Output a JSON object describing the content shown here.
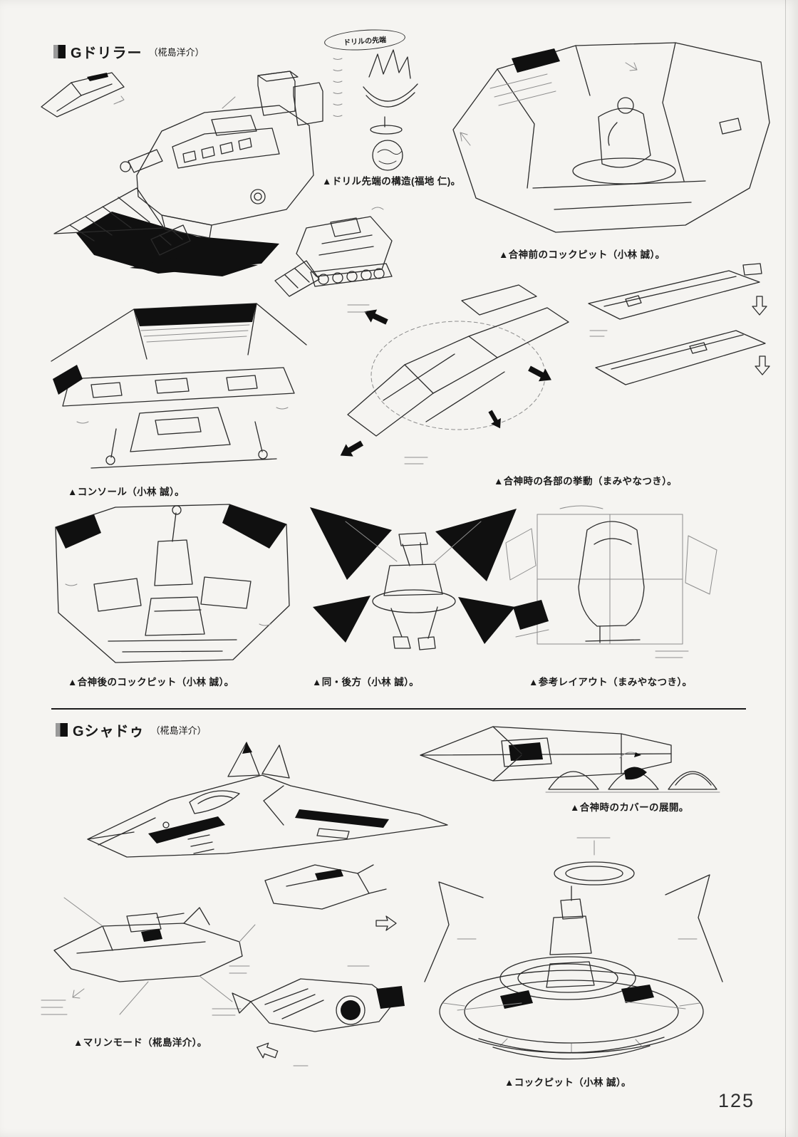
{
  "page": {
    "number": "125",
    "colors": {
      "paper": "#f5f4f1",
      "ink": "#1a1a1a"
    }
  },
  "sections": {
    "driller": {
      "title": "Gドリラー",
      "credit": "（椛島洋介）",
      "note_bubble": "ドリルの先端",
      "captions": {
        "drill_tip": "▲ドリル先端の構造(福地 仁)。",
        "cockpit_before": "▲合神前のコックピット（小林 誠）。",
        "console": "▲コンソール（小林 誠）。",
        "parts_movement": "▲合神時の各部の挙動（まみやなつき）。",
        "cockpit_after": "▲合神後のコックピット（小林 誠）。",
        "rear_view": "▲同・後方（小林 誠）。",
        "reference_layout": "▲参考レイアウト（まみやなつき）。"
      }
    },
    "shadow": {
      "title": "Gシャドゥ",
      "credit": "（椛島洋介）",
      "captions": {
        "cover_deploy": "▲合神時のカバーの展開。",
        "marine_mode": "▲マリンモード（椛島洋介）。",
        "cockpit": "▲コックピット（小林 誠）。"
      }
    }
  }
}
